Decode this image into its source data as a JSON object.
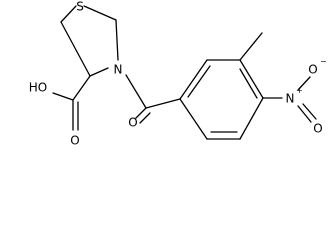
{
  "structure": {
    "atoms": {
      "sulfur": "S",
      "ring_nitrogen": "N",
      "carbonyl_oxygen": "O",
      "hydroxyl": "HO",
      "acid_oxygen": "O",
      "nitro_nitrogen": "N",
      "nitro_nitrogen_charge": "+",
      "nitro_oxygen_minus": "O",
      "nitro_oxygen_minus_charge": "−",
      "nitro_oxygen_double": "O"
    }
  }
}
